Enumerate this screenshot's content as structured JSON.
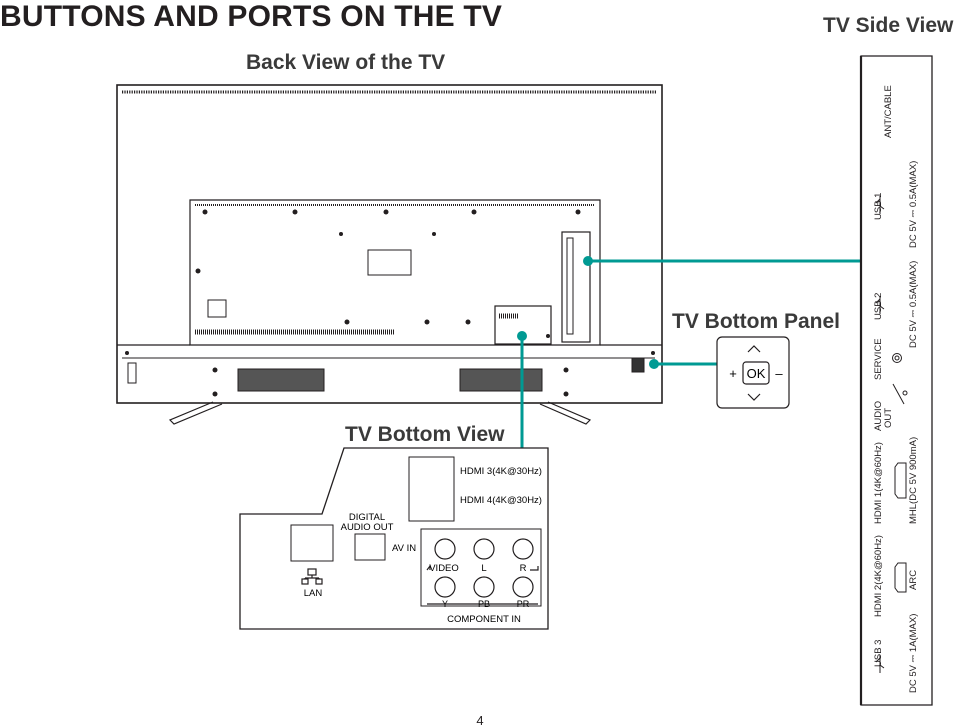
{
  "page_title": "BUTTONS AND PORTS ON THE TV",
  "side_view_title": "TV Side View",
  "back_view_title": "Back View of the TV",
  "bottom_panel_title": "TV Bottom Panel",
  "bottom_view_title": "TV Bottom View",
  "bottom_panel": {
    "plus": "+",
    "ok": "OK",
    "minus": "–"
  },
  "bottom_view": {
    "hdmi3": "HDMI 3(4K@30Hz)",
    "hdmi4": "HDMI 4(4K@30Hz)",
    "digital_audio_out_1": "DIGITAL",
    "digital_audio_out_2": "AUDIO OUT",
    "av_in": "AV IN",
    "video": "VIDEO",
    "l": "L",
    "r": "R",
    "y": "Y",
    "pb": "PB",
    "pr": "PR",
    "component_in": "COMPONENT IN",
    "lan": "LAN"
  },
  "side_view": {
    "ant_cable": "ANT/CABLE",
    "usb1": "USB 1",
    "usb1_spec": "DC 5V ⎓ 0.5A(MAX)",
    "usb2": "USB 2",
    "usb2_spec": "DC 5V ⎓ 0.5A(MAX)",
    "service": "SERVICE",
    "audio_out_1": "AUDIO",
    "audio_out_2": "OUT",
    "hdmi1": "HDMI 1(4K@60Hz)",
    "hdmi1_spec": "MHL(DC 5V 900mA)",
    "hdmi2": "HDMI 2(4K@60Hz)",
    "hdmi2_spec": "ARC",
    "usb3": "USB 3",
    "usb3_spec": "DC 5V ⎓ 1A(MAX)"
  },
  "page_number": "4",
  "colors": {
    "callout_line": "#009a93",
    "text": "#231f20",
    "outline": "#231f20"
  }
}
